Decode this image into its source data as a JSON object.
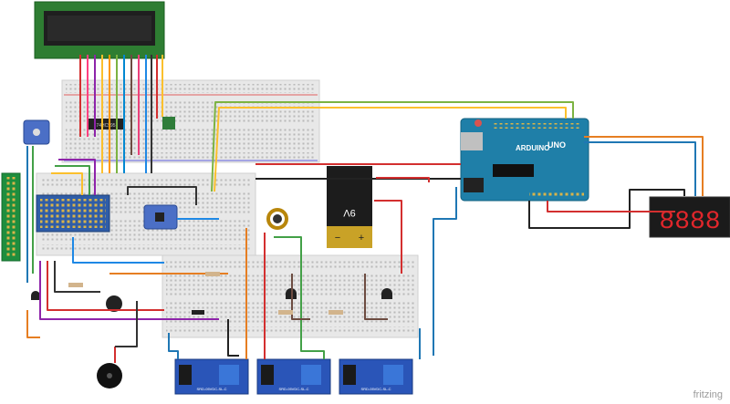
{
  "arduino": {
    "logo": "ARDUINO",
    "model": "UNO"
  },
  "lcd_chip": {
    "text": "74HC595"
  },
  "battery": {
    "voltage": "9V",
    "minus": "−",
    "plus": "+"
  },
  "seven_segment": {
    "digits": "8888"
  },
  "relay_modules": [
    {
      "text": "SRD-05VDC-SL-C"
    },
    {
      "text": "SRD-05VDC-SL-C"
    },
    {
      "text": "SRD-05VDC-SL-C"
    }
  ],
  "watermark": "fritzing"
}
